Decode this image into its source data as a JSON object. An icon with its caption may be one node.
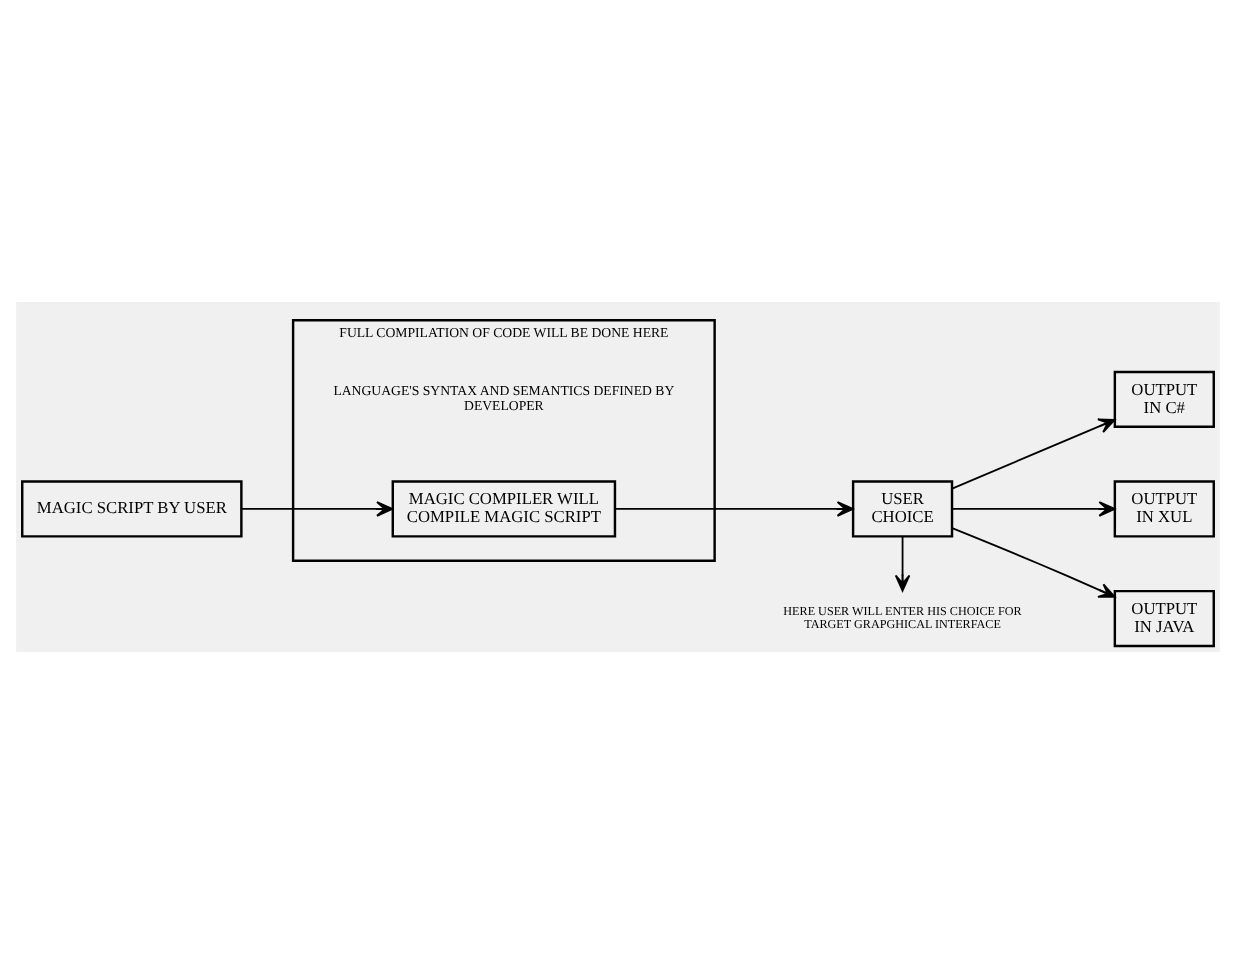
{
  "diagram": {
    "nodes": [
      {
        "text": [
          "MAGIC SCRIPT BY USER"
        ]
      },
      {
        "text": [
          "FULL COMPILATION OF CODE WILL BE DONE HERE",
          "LANGUAGE'S SYNTAX AND SEMANTICS DEFINED BY DEVELOPER"
        ]
      },
      {
        "text": [
          "MAGIC COMPILER WILL COMPILE MAGIC SCRIPT"
        ],
        "in": 1
      },
      {
        "text": [
          "USER CHOICE"
        ]
      },
      {
        "text": [
          "OUTPUT IN C#"
        ]
      },
      {
        "text": [
          "OUTPUT IN XUL"
        ]
      },
      {
        "text": [
          "OUTPUT IN JAVA"
        ]
      },
      {
        "text": [
          "HERE USER WILL ENTER HIS CHOICE FOR TARGET GRAPGHICAL INTERFACE"
        ]
      }
    ],
    "edges": [
      {
        "from": 0,
        "to": 2,
        "arrow": "to"
      },
      {
        "from": 2,
        "to": 3,
        "arrow": "to"
      },
      {
        "from": 3,
        "to": 4,
        "arrow": "to"
      },
      {
        "from": 3,
        "to": 5,
        "arrow": "to"
      },
      {
        "from": 3,
        "to": 6,
        "arrow": "to"
      },
      {
        "from": 3,
        "to": 7,
        "arrow": "to"
      }
    ]
  }
}
